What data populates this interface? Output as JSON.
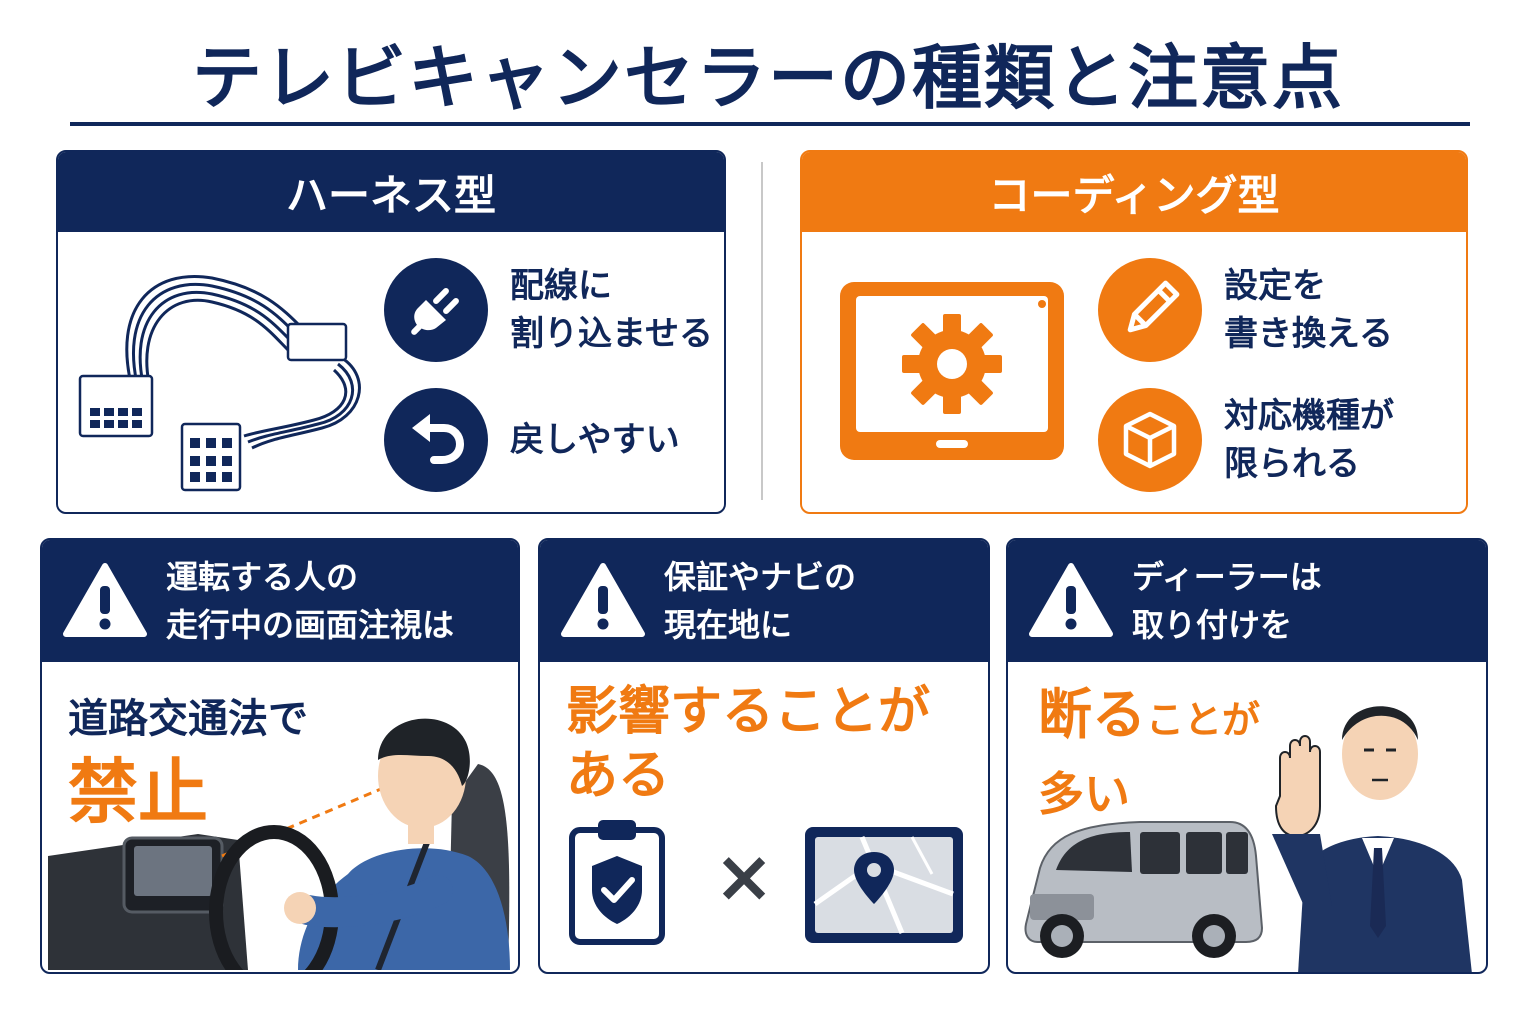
{
  "title": "テレビキャンセラーの種類と注意点",
  "colors": {
    "navy": "#10275a",
    "orange": "#f07a12",
    "gray": "#8a8f96"
  },
  "harness": {
    "heading": "ハーネス型",
    "feature1_line1": "配線に",
    "feature1_line2": "割り込ませる",
    "feature1_icon": "plug-icon",
    "feature2": "戻しやすい",
    "feature2_icon": "undo-arrow-icon"
  },
  "coding": {
    "heading": "コーディング型",
    "feature1_line1": "設定を",
    "feature1_line2": "書き換える",
    "feature1_icon": "pencil-icon",
    "feature2_line1": "対応機種が",
    "feature2_line2": "限られる",
    "feature2_icon": "box-icon"
  },
  "cards": [
    {
      "head_line1": "運転する人の",
      "head_line2": "走行中の画面注視は",
      "body_line1": "道路交通法で",
      "body_emph": "禁止"
    },
    {
      "head_line1": "保証やナビの",
      "head_line2": "現在地に",
      "body_line1": "影響することが",
      "body_line2": "ある",
      "times": "×"
    },
    {
      "head_line1": "ディーラーは",
      "head_line2": "取り付けを",
      "body_emph": "断る",
      "body_rest": "ことが",
      "body_line2": "多い"
    }
  ]
}
